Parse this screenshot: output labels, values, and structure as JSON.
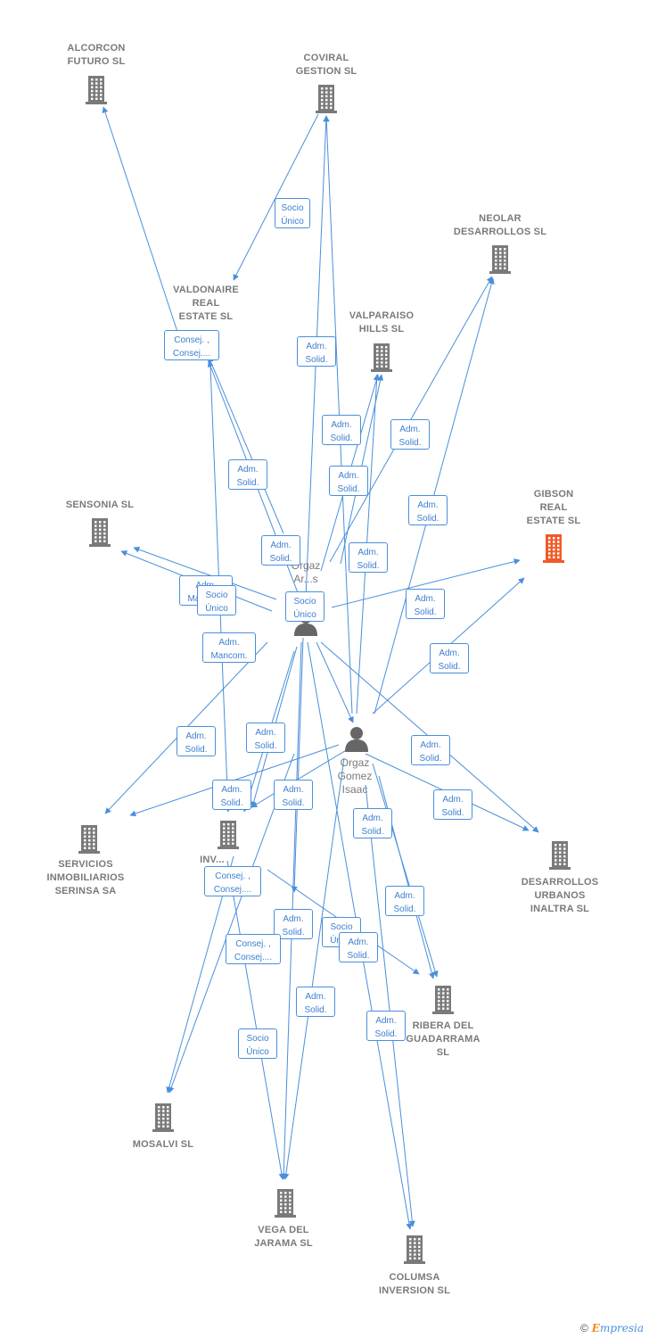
{
  "companies": [
    {
      "id": "alcorcon",
      "label": "ALCORCON\nFUTURO SL",
      "highlight": false
    },
    {
      "id": "coviral",
      "label": "COVIRAL\nGESTION SL",
      "highlight": false
    },
    {
      "id": "neolar",
      "label": "NEOLAR\nDESARROLLOS SL",
      "highlight": false
    },
    {
      "id": "valdonaire",
      "label": "VALDONAIRE\nREAL\nESTATE SL",
      "highlight": false
    },
    {
      "id": "valparaiso",
      "label": "VALPARAISO\nHILLS SL",
      "highlight": false
    },
    {
      "id": "sensonia",
      "label": "SENSONIA SL",
      "highlight": false
    },
    {
      "id": "gibson",
      "label": "GIBSON\nREAL\nESTATE SL",
      "highlight": true
    },
    {
      "id": "servicios",
      "label": "SERVICIOS\nINMOBILIARIOS\nSERINSA SA",
      "highlight": false
    },
    {
      "id": "inversiones",
      "label": "INV...\nC...",
      "highlight": false
    },
    {
      "id": "desarrollos",
      "label": "DESARROLLOS\nURBANOS\nINALTRA SL",
      "highlight": false
    },
    {
      "id": "ribera",
      "label": "RIBERA DEL\nGUADARRAMA\nSL",
      "highlight": false
    },
    {
      "id": "mosalvi",
      "label": "MOSALVI SL",
      "highlight": false
    },
    {
      "id": "vega",
      "label": "VEGA DEL\nJARAMA SL",
      "highlight": false
    },
    {
      "id": "columsa",
      "label": "COLUMSA\nINVERSION SL",
      "highlight": false
    }
  ],
  "persons": [
    {
      "id": "p1",
      "label": "Orgaz\nAr...s"
    },
    {
      "id": "p2",
      "label": "Orgaz\nGomez\nIsaac"
    }
  ],
  "edge_labels": [
    {
      "id": "e1",
      "text": "Socio\nÚnico"
    },
    {
      "id": "e2",
      "text": "Consej. ,\nConsej...."
    },
    {
      "id": "e3",
      "text": "Adm.\nSolid."
    },
    {
      "id": "e4",
      "text": "Adm.\nSolid."
    },
    {
      "id": "e5",
      "text": "Adm.\nSolid."
    },
    {
      "id": "e6",
      "text": "Adm.\nSolid."
    },
    {
      "id": "e7",
      "text": "Adm.\nSolid."
    },
    {
      "id": "e8",
      "text": "Adm.\nSolid."
    },
    {
      "id": "e9",
      "text": "Adm.\nSolid."
    },
    {
      "id": "e10",
      "text": "Adm.\nSolid."
    },
    {
      "id": "e11",
      "text": "Adm.\nMancom."
    },
    {
      "id": "e12",
      "text": "Socio\nÚnico"
    },
    {
      "id": "e13",
      "text": "Socio\nÚnico"
    },
    {
      "id": "e14",
      "text": "Adm.\nSolid."
    },
    {
      "id": "e15",
      "text": "Adm.\nMancom."
    },
    {
      "id": "e16",
      "text": "Adm.\nSolid."
    },
    {
      "id": "e17",
      "text": "Adm.\nSolid."
    },
    {
      "id": "e18",
      "text": "Adm.\nSolid."
    },
    {
      "id": "e19",
      "text": "Adm.\nSolid."
    },
    {
      "id": "e20",
      "text": "Adm.\nSolid."
    },
    {
      "id": "e21",
      "text": "Adm.\nSolid."
    },
    {
      "id": "e22",
      "text": "Adm.\nSolid."
    },
    {
      "id": "e23",
      "text": "Adm.\nSolid."
    },
    {
      "id": "e24",
      "text": "Consej. ,\nConsej...."
    },
    {
      "id": "e25",
      "text": "Adm.\nSolid."
    },
    {
      "id": "e26",
      "text": "Adm.\nSolid."
    },
    {
      "id": "e27",
      "text": "Socio\nÚnico"
    },
    {
      "id": "e28",
      "text": "Adm.\nSolid."
    },
    {
      "id": "e29",
      "text": "Consej. ,\nConsej...."
    },
    {
      "id": "e30",
      "text": "Adm.\nSolid."
    },
    {
      "id": "e31",
      "text": "Socio\nÚnico"
    },
    {
      "id": "e32",
      "text": "Adm.\nSolid."
    }
  ],
  "colors": {
    "edge": "#4a8fdc",
    "building": "#7a7a7a",
    "highlight": "#f05a28",
    "person": "#666666"
  },
  "icons": {
    "company": "building-icon",
    "person": "person-icon"
  },
  "footer": {
    "copyright": "©",
    "brand_initial": "E",
    "brand_rest": "mpresia"
  }
}
